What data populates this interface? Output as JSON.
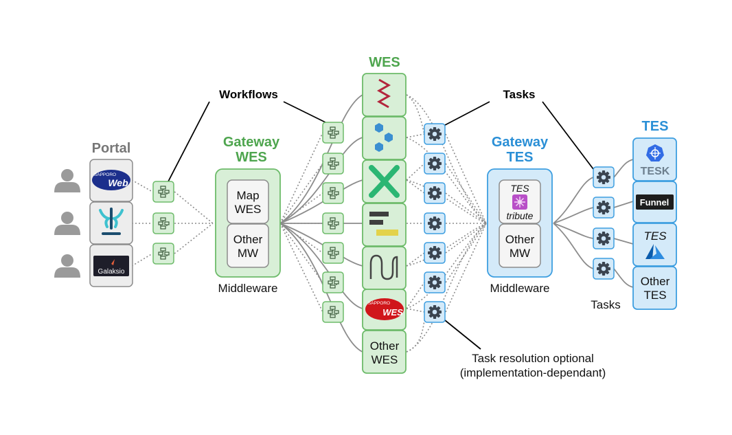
{
  "title": "",
  "colors": {
    "wes_green": "#4ea54e",
    "wes_fill": "#d8efd7",
    "wes_stroke": "#6dbb6a",
    "tes_blue": "#2a8fd6",
    "tes_fill": "#d4eaf9",
    "tes_stroke": "#3d9ee0",
    "portal_gray": "#777777",
    "portal_fill": "#ededed",
    "inner_fill": "#f5f5f5",
    "user_gray": "#9a9a9a",
    "edge": "#8c8c8c"
  },
  "portal": {
    "label": "Portal",
    "items": [
      {
        "name": "sapporo-web",
        "top": "SAPPORO",
        "text": "Web"
      },
      {
        "name": "fountain-logo",
        "text": ""
      },
      {
        "name": "galaksio",
        "text": "Galaksio"
      }
    ]
  },
  "gateway_wes": {
    "label_line1": "Gateway",
    "label_line2": "WES",
    "inner": [
      {
        "line1": "Map",
        "line2": "WES"
      },
      {
        "line1": "Other",
        "line2": "MW"
      }
    ],
    "caption": "Middleware"
  },
  "wes": {
    "label": "WES",
    "items": [
      {
        "name": "toil",
        "icon": "zigzag"
      },
      {
        "name": "cwltool",
        "icon": "hexagons"
      },
      {
        "name": "cromwell",
        "icon": "cross"
      },
      {
        "name": "snakemake",
        "icon": "bars"
      },
      {
        "name": "nextflow",
        "icon": "wave"
      },
      {
        "name": "sapporo",
        "top": "SAPPORO",
        "text": "WES"
      },
      {
        "name": "other-wes",
        "line1": "Other",
        "line2": "WES"
      }
    ]
  },
  "gateway_tes": {
    "label_line1": "Gateway",
    "label_line2": "TES",
    "inner_top": {
      "line1": "TES",
      "line2": "tribute"
    },
    "inner_bottom": {
      "line1": "Other",
      "line2": "MW"
    },
    "caption": "Middleware"
  },
  "tes": {
    "label": "TES",
    "items": [
      {
        "name": "tesk",
        "text": "TESK"
      },
      {
        "name": "funnel",
        "text": "Funnel"
      },
      {
        "name": "azure-tes",
        "text": "TES"
      },
      {
        "name": "other-tes",
        "line1": "Other",
        "line2": "TES"
      }
    ]
  },
  "annotations": {
    "workflows": "Workflows",
    "tasks_top": "Tasks",
    "tasks_bottom": "Tasks",
    "note_line1": "Task resolution optional",
    "note_line2": "(implementation-dependant)"
  }
}
